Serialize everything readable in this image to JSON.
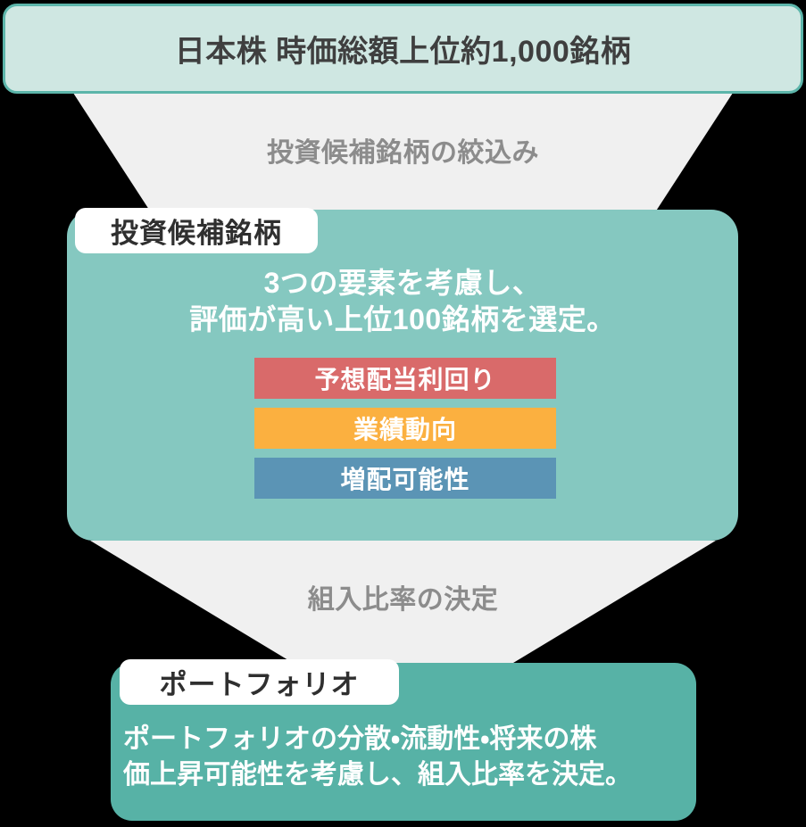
{
  "diagram": {
    "universe": {
      "title": "日本株 時価総額上位約1,000銘柄",
      "fill_color": "#cfe7e2",
      "border_color": "#5cb5aa",
      "text_color": "#3f3f3f"
    },
    "funnel_top": {
      "label": "投資候補銘柄の絞込み",
      "fill_color": "#f0f0f0",
      "text_color": "#8c8c8c"
    },
    "candidates": {
      "pill_label": "投資候補銘柄",
      "body_line_1": "3つの要素を考慮し、",
      "body_line_2": "評価が高い上位100銘柄を選定。",
      "fill_color": "#85c8c0",
      "pill_fill": "#ffffff",
      "pill_text_color": "#2f2f2f",
      "body_text_color": "#ffffff",
      "factors": [
        {
          "label": "予想配当利回り",
          "color": "#d96a6a"
        },
        {
          "label": "業績動向",
          "color": "#fbb040"
        },
        {
          "label": "増配可能性",
          "color": "#5b94b5"
        }
      ]
    },
    "funnel_bottom": {
      "label": "組入比率の決定",
      "fill_color": "#f0f0f0",
      "text_color": "#8c8c8c"
    },
    "portfolio": {
      "pill_label": "ポートフォリオ",
      "body_line_1": "ポートフォリオの分散・流動性・将来の株",
      "body_line_2": "価上昇可能性を考慮し、組入比率を決定。",
      "fill_color": "#57b2a6",
      "pill_fill": "#ffffff",
      "pill_text_color": "#2f2f2f",
      "body_text_color": "#ffffff"
    }
  }
}
